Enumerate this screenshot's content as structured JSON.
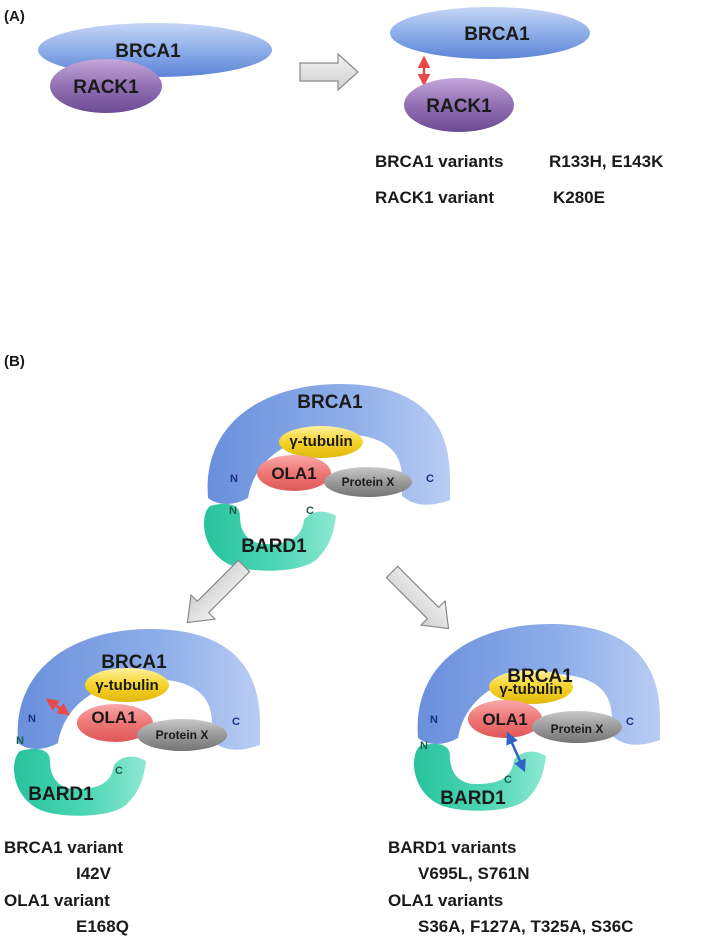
{
  "panel_a": {
    "label": "(A)",
    "brca1": "BRCA1",
    "rack1": "RACK1",
    "brca1_variants_label": "BRCA1 variants",
    "brca1_variants_value": "R133H, E143K",
    "rack1_variant_label": "RACK1 variant",
    "rack1_variant_value": "K280E"
  },
  "panel_b": {
    "label": "(B)",
    "brca1": "BRCA1",
    "bard1": "BARD1",
    "gamma_tubulin": "γ-tubulin",
    "ola1": "OLA1",
    "protein_x": "Protein X",
    "n_term": "N",
    "c_term": "C",
    "left_result": {
      "brca1_variant_label": "BRCA1 variant",
      "brca1_variant_value": "I42V",
      "ola1_variant_label": "OLA1 variant",
      "ola1_variant_value": "E168Q"
    },
    "right_result": {
      "bard1_variants_label": "BARD1 variants",
      "bard1_variants_value": "V695L, S761N",
      "ola1_variants_label": "OLA1 variants",
      "ola1_variants_value": "S36A, F127A, T325A, S36C"
    }
  },
  "colors": {
    "brca1": "#7d9fe0",
    "rack1": "#8a64a8",
    "bard1": "#2fc9a4",
    "ola1": "#ec6e6e",
    "gamma_tubulin": "#f2cc1a",
    "protein_x": "#8c8c8c",
    "red_arrow": "#e84a4a",
    "blue_arrow": "#2f62c4"
  }
}
